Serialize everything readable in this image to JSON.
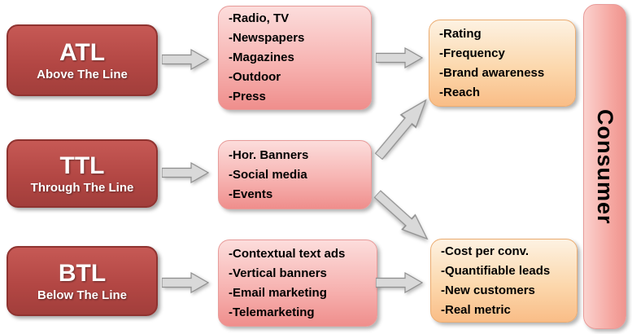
{
  "left_boxes": [
    {
      "abbr": "ATL",
      "label": "Above The Line"
    },
    {
      "abbr": "TTL",
      "label": "Through The Line"
    },
    {
      "abbr": "BTL",
      "label": "Below The Line"
    }
  ],
  "channel_boxes": [
    {
      "items": [
        "-Radio, TV",
        "-Newspapers",
        "-Magazines",
        "-Outdoor",
        "-Press"
      ]
    },
    {
      "items": [
        "-Hor. Banners",
        "-Social media",
        "-Events"
      ]
    },
    {
      "items": [
        "-Contextual text ads",
        "-Vertical banners",
        "-Email marketing",
        "-Telemarketing"
      ]
    }
  ],
  "metric_boxes": [
    {
      "items": [
        "-Rating",
        "-Frequency",
        "-Brand awareness",
        "-Reach"
      ]
    },
    {
      "items": [
        "-Cost per conv.",
        "-Quantifiable leads",
        "-New customers",
        "-Real metric"
      ]
    }
  ],
  "consumer_label": "Consumer",
  "colors": {
    "red_box": "#b34744",
    "pink_box_top": "#fcdddc",
    "pink_box_bottom": "#ef8e8c",
    "orange_box_top": "#fdf2e2",
    "orange_box_bottom": "#f9bd87",
    "arrow_fill": "#d9d9d9",
    "arrow_stroke": "#8f8f8f"
  }
}
